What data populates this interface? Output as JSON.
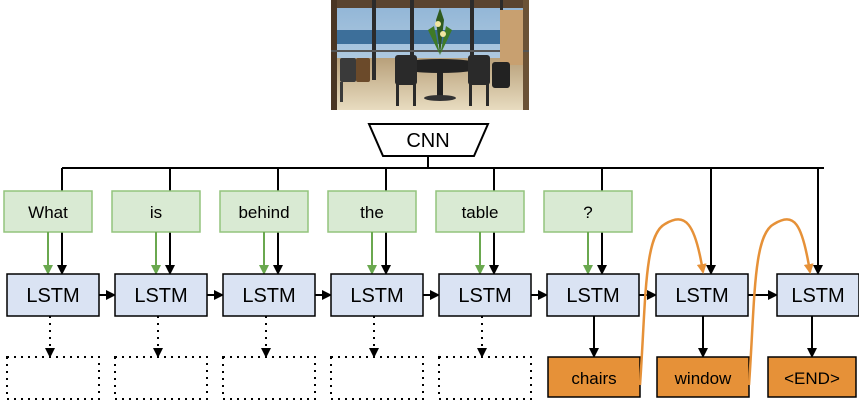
{
  "cnn": {
    "label": "CNN"
  },
  "question_words": [
    "What",
    "is",
    "behind",
    "the",
    "table",
    "?"
  ],
  "lstm_label": "LSTM",
  "answer_words": [
    "chairs",
    "window",
    "<END>"
  ],
  "colors": {
    "question_fill": "#d9ead3",
    "question_stroke": "#93c47d",
    "lstm_fill": "#dae3f3",
    "lstm_stroke": "#000000",
    "answer_fill": "#e69138",
    "answer_stroke": "#000000",
    "green_arrow": "#6aa84f",
    "orange_arrow": "#e69138",
    "line": "#000000"
  },
  "photo": {
    "icon": "dining-room-photo"
  }
}
